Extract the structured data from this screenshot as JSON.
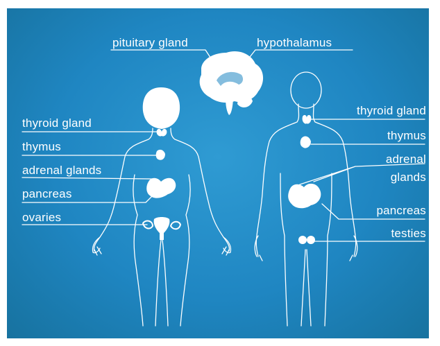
{
  "colors": {
    "background": "#1f86c2",
    "figure": "#ffffff"
  },
  "labels": {
    "pituitary_gland": "pituitary gland",
    "hypothalamus": "hypothalamus",
    "female": {
      "thyroid_gland": "thyroid gland",
      "thymus": "thymus",
      "adrenal_glands": "adrenal glands",
      "pancreas": "pancreas",
      "ovaries": "ovaries"
    },
    "male": {
      "thyroid_gland": "thyroid gland",
      "thymus": "thymus",
      "adrenal_line1": "adrenal",
      "adrenal_line2": "glands",
      "pancreas": "pancreas",
      "testes": "testies"
    }
  }
}
